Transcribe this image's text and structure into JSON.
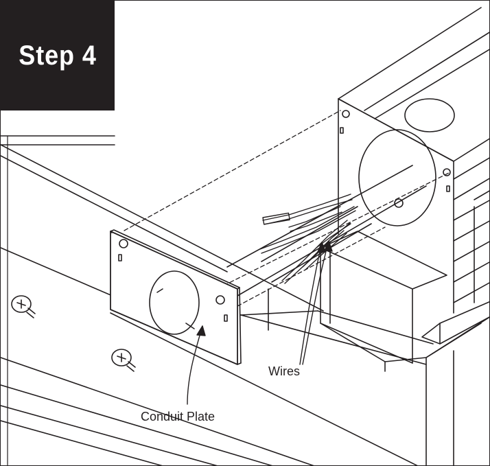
{
  "step_label": "Step 4",
  "callouts": {
    "wires": "Wires",
    "conduit_plate": "Conduit Plate"
  },
  "colors": {
    "ink": "#231f20",
    "paper": "#ffffff"
  }
}
